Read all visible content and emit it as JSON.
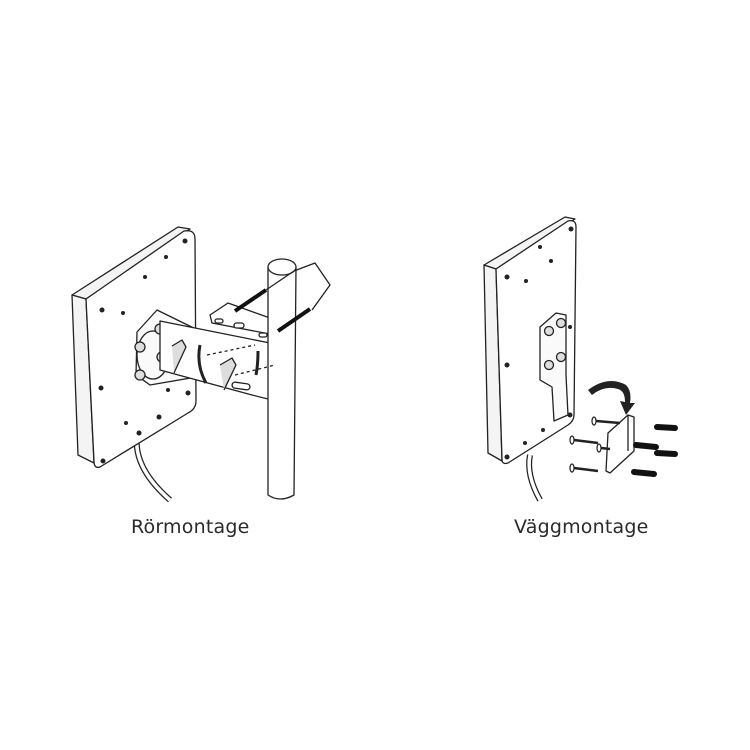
{
  "diagram": {
    "panels": [
      {
        "id": "pole-mount",
        "caption": "Rörmontage",
        "parts": [
          "antenna-panel",
          "mounting-bracket",
          "u-bolt",
          "pole",
          "cable"
        ]
      },
      {
        "id": "wall-mount",
        "caption": "Väggmontage",
        "parts": [
          "antenna-panel",
          "wall-bracket",
          "screws",
          "wall-plugs",
          "rotation-arrow",
          "cable"
        ]
      }
    ],
    "colors": {
      "line": "#222222",
      "fill": "#ffffff",
      "shade": "#f2f2f2",
      "text": "#2a2a2a"
    }
  }
}
